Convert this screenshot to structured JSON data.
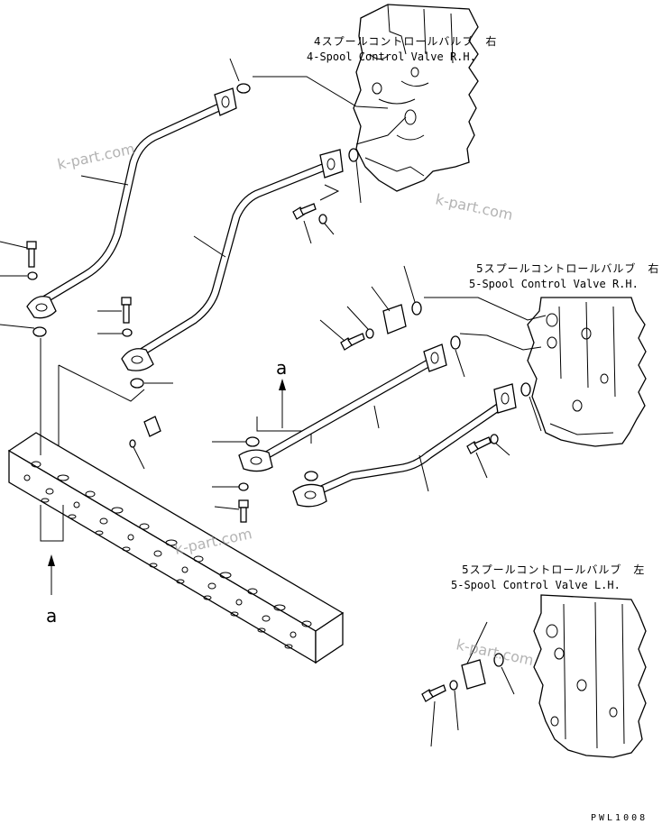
{
  "labels": {
    "valve_4spool_rh_jp": "4スプールコントロールバルブ　右",
    "valve_4spool_rh_en": "4-Spool Control Valve R.H.",
    "valve_5spool_rh_jp": "5スプールコントロールバルブ　右",
    "valve_5spool_rh_en": "5-Spool Control Valve R.H.",
    "valve_5spool_lh_jp": "5スプールコントロールバルブ　左",
    "valve_5spool_lh_en": "5-Spool Control Valve L.H.",
    "view_a_top": "a",
    "view_a_bottom": "a"
  },
  "watermarks": [
    "k-part.com",
    "k-part.com",
    "k-part.com",
    "k-part.com"
  ],
  "drawing_code": "PWL1008"
}
